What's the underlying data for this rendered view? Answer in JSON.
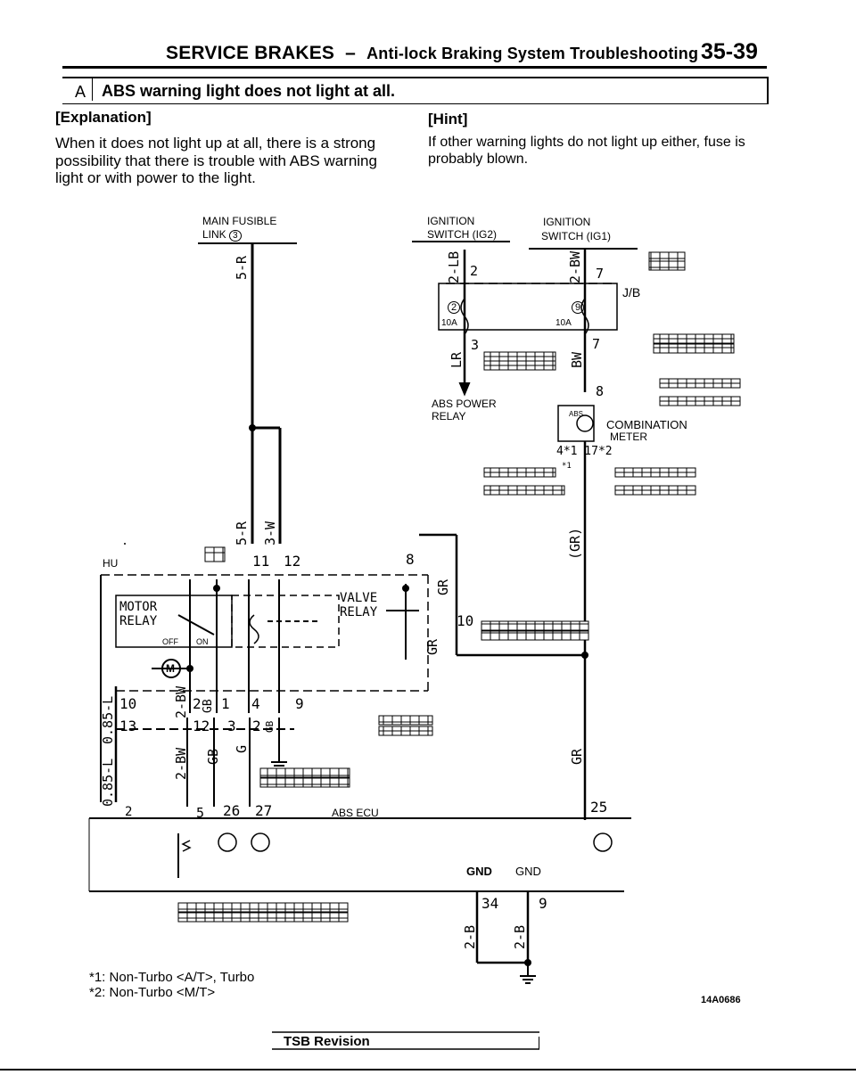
{
  "header": {
    "section": "SERVICE BRAKES",
    "dash": "–",
    "subtitle": "Anti-lock Braking System Troubleshooting",
    "page_number": "35-39"
  },
  "symptom": {
    "code": "A",
    "title": "ABS warning light does not light at all."
  },
  "explanation": {
    "heading": "[Explanation]",
    "line1": "When it does not light up at all, there is a strong",
    "line2": "possibility that there is trouble with ABS warning",
    "line3": "light or with power to the light."
  },
  "hint": {
    "heading": "[Hint]",
    "line1": "If other warning lights do not light up either, fuse is",
    "line2": "probably blown."
  },
  "diagram": {
    "main_fusible_link": "MAIN FUSIBLE",
    "main_fusible_link2": "LINK",
    "fusible_link_no": "3",
    "ign_ig2_line1": "IGNITION",
    "ign_ig2_line2": "SWITCH (IG2)",
    "ign_ig1_line1": "IGNITION",
    "ign_ig1_line2": "SWITCH (IG1)",
    "jb": "J/B",
    "fuse2_no": "2",
    "fuse9_no": "9",
    "fuse2_rating": "10A",
    "fuse9_rating": "10A",
    "abs_power_relay1": "ABS POWER",
    "abs_power_relay2": "RELAY",
    "combination_meter1": "COMBINATION",
    "combination_meter2": "METER",
    "abs_label": "ABS",
    "hu": "HU",
    "motor_relay1": "MOTOR",
    "motor_relay2": "RELAY",
    "valve_relay1": "VALVE",
    "valve_relay2": "RELAY",
    "off": "OFF",
    "on": "ON",
    "motor_m": "M",
    "abs_ecu": "ABS ECU",
    "gnd1": "GND",
    "gnd2": "GND",
    "wire_5R_top": "5-R",
    "wire_2LB": "2-LB",
    "wire_2BW_top": "2-BW",
    "wire_LR": "LR",
    "wire_BW": "BW",
    "wire_5R_mid": "5-R",
    "wire_3W": "3-W",
    "wire_GR_paren": "(GR)",
    "wire_GR_a": "GR",
    "wire_GR_b": "GR",
    "wire_GR_c": "GR",
    "wire_085L_a": "0.85-L",
    "wire_085L_b": "0.85-L",
    "wire_2BW_a": "2-BW",
    "wire_2BW_b": "2-BW",
    "wire_GB_a": "GB",
    "wire_GB_b": "GB",
    "wire_G": "G",
    "wire_GB_c": "GB",
    "wire_2B_a": "2-B",
    "wire_2B_b": "2-B",
    "pins": {
      "p2_top": "2",
      "p7_top": "7",
      "p3": "3",
      "p7_mid": "7",
      "p8_meter": "8",
      "p4_17": "4*1 17*2",
      "p11": "11",
      "p12": "12",
      "p8_hu": "8",
      "p10_mid": "10",
      "p10_left": "10",
      "p2_a": "2",
      "p1": "1",
      "p4": "4",
      "p9": "9",
      "p13": "13",
      "p12_b": "12",
      "p3_b": "3",
      "p2_b": "2",
      "p2_ecu": "2",
      "p5": "5",
      "p26": "26",
      "p27": "27",
      "p25": "25",
      "p34": "34",
      "p9_gnd": "9"
    },
    "connector_star1": "*1"
  },
  "footnotes": {
    "note1": "*1: Non-Turbo <A/T>, Turbo",
    "note2": "*2: Non-Turbo <M/T>"
  },
  "figure_id": "14A0686",
  "footer": {
    "tsb": "TSB Revision"
  }
}
